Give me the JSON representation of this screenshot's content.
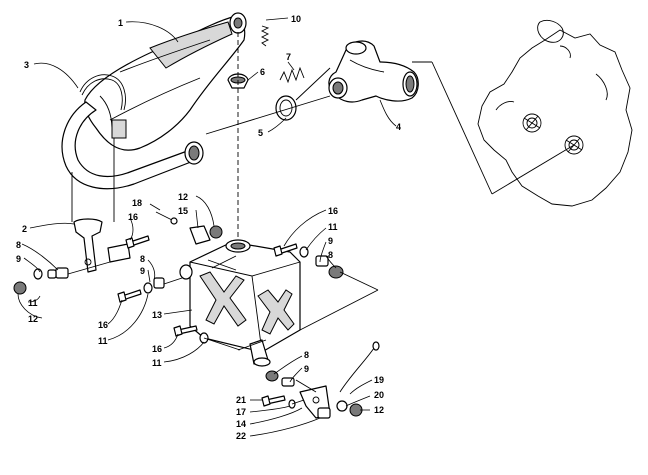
{
  "callouts": {
    "c1": "1",
    "c2": "2",
    "c3": "3",
    "c4": "4",
    "c5": "5",
    "c6": "6",
    "c7": "7",
    "c8a": "8",
    "c8b": "8",
    "c8c": "8",
    "c8d": "8",
    "c9a": "9",
    "c9b": "9",
    "c9c": "9",
    "c9d": "9",
    "c10": "10",
    "c11a": "11",
    "c11b": "11",
    "c11c": "11",
    "c11d": "11",
    "c12a": "12",
    "c12b": "12",
    "c12c": "12",
    "c13": "13",
    "c14": "14",
    "c15": "15",
    "c16a": "16",
    "c16b": "16",
    "c16c": "16",
    "c16d": "16",
    "c17": "17",
    "c18": "18",
    "c19": "19",
    "c20": "20",
    "c21": "21",
    "c22": "22"
  }
}
